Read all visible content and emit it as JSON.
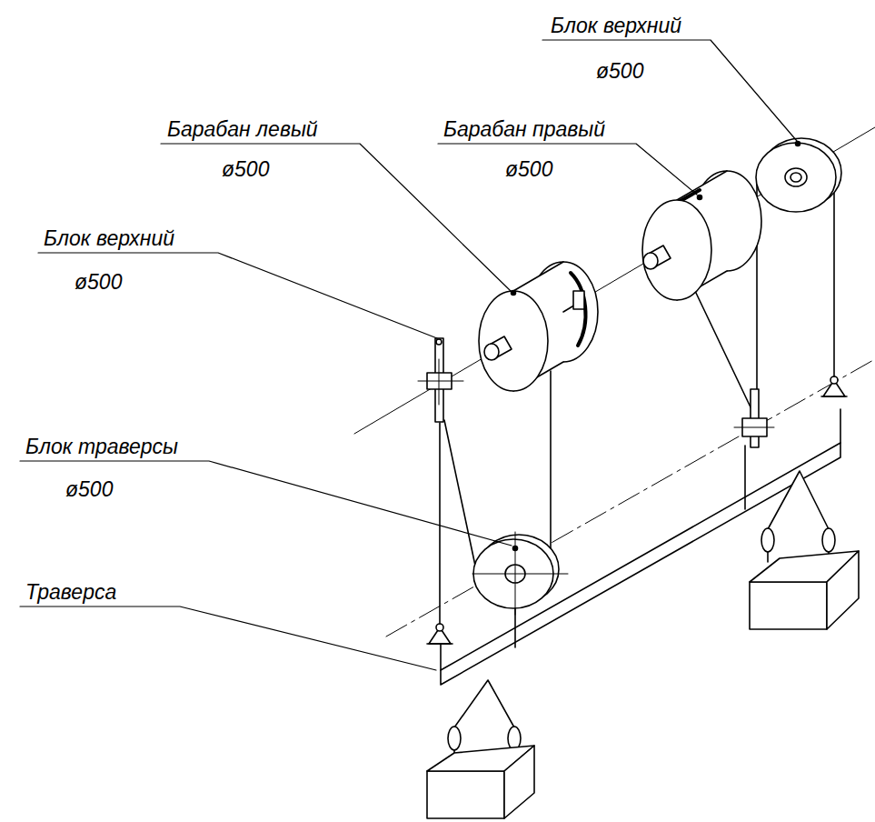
{
  "diagram": {
    "labels": [
      "Блок верхний",
      "ø500",
      "Барабан левый",
      "ø500",
      "Барабан правый",
      "ø500",
      "Блок верхний",
      "ø500",
      "Блок траверсы",
      "ø500",
      "Траверса"
    ]
  }
}
